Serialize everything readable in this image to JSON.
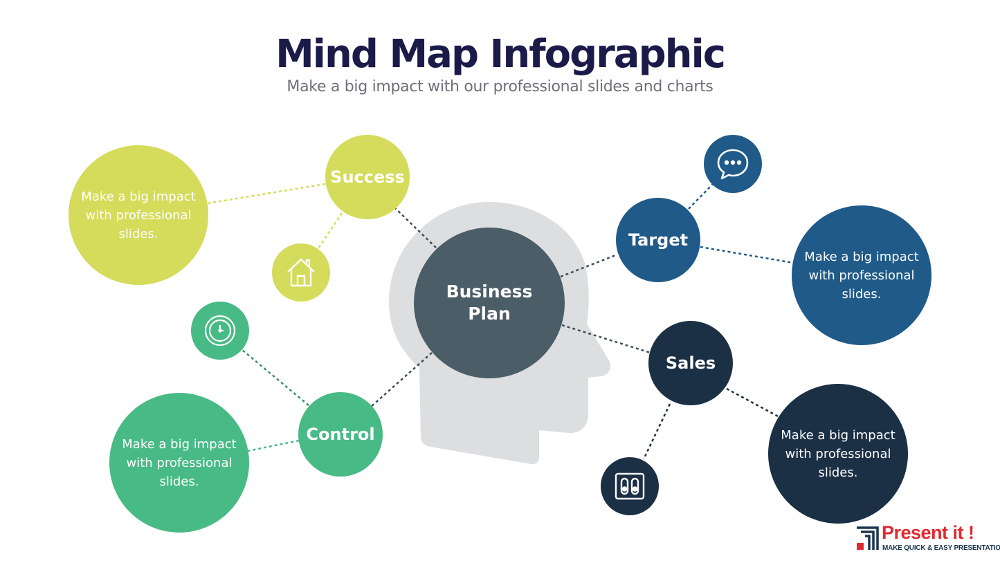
{
  "header": {
    "title": "Mind Map Infographic",
    "subtitle": "Make a big impact with our professional slides and charts"
  },
  "center": {
    "line1": "Business",
    "line2": "Plan"
  },
  "nodes": {
    "success": {
      "label": "Success",
      "color": "#d5db5a",
      "icon": "house-icon"
    },
    "control": {
      "label": "Control",
      "color": "#48ba86",
      "icon": "clock-icon"
    },
    "target": {
      "label": "Target",
      "color": "#1f5a88",
      "icon": "chat-bubble-icon"
    },
    "sales": {
      "label": "Sales",
      "color": "#1b2f45",
      "icon": "toggle-switch-icon"
    }
  },
  "descriptions": {
    "success": "Make a big impact with professional slides.",
    "control": "Make a big impact with professional slides.",
    "target": "Make a big impact with professional slides.",
    "sales": "Make a big impact with professional slides."
  },
  "branding": {
    "name": "Present it !",
    "tagline": "MAKE QUICK & EASY PRESENTATIONS"
  },
  "colors": {
    "title": "#1b1b4a",
    "head_silhouette": "#dcdee0",
    "center": "#4b5d67",
    "brand_red": "#e02a2f"
  }
}
